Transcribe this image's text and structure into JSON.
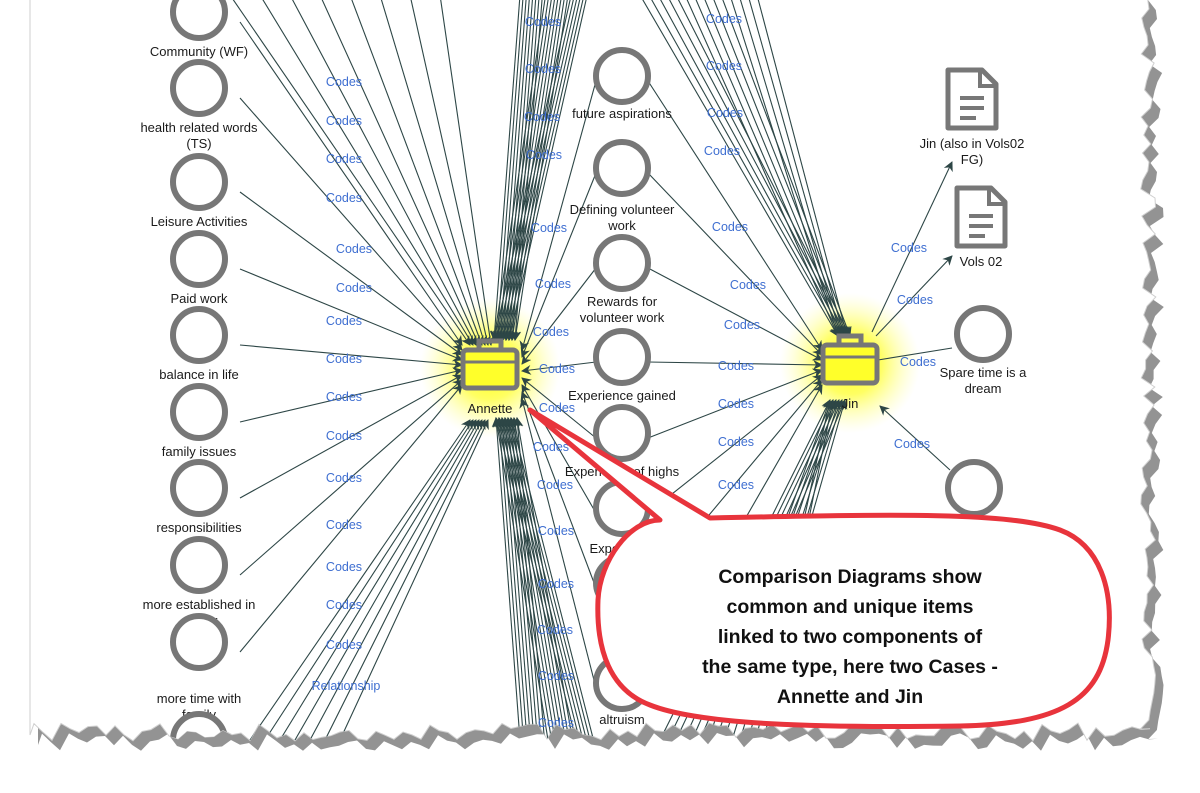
{
  "diagram": {
    "title": "",
    "cases": [
      {
        "id": "annette",
        "label": "Annette",
        "icon": "briefcase-icon"
      },
      {
        "id": "jin",
        "label": "Jin",
        "icon": "briefcase-icon"
      }
    ],
    "left_nodes": [
      {
        "label": "Community (WF)"
      },
      {
        "label": "health related words\n(TS)"
      },
      {
        "label": "Leisure Activities"
      },
      {
        "label": "Paid work"
      },
      {
        "label": "balance in life"
      },
      {
        "label": "family issues"
      },
      {
        "label": "responsibilities"
      },
      {
        "label": "more established in\ncareer"
      },
      {
        "label": "more time with\nfamily"
      },
      {
        "label": ""
      }
    ],
    "common_nodes": [
      {
        "label": "future aspirations"
      },
      {
        "label": "Defining volunteer\nwork"
      },
      {
        "label": "Rewards for\nvolunteer work"
      },
      {
        "label": "Experience gained"
      },
      {
        "label": "Experience of highs"
      },
      {
        "label": "Experience"
      },
      {
        "label": ""
      },
      {
        "label": "altruism"
      }
    ],
    "right_nodes": [
      {
        "label": "Jin (also in Vols02\nFG)",
        "icon": "document-icon"
      },
      {
        "label": "Vols 02",
        "icon": "document-icon"
      },
      {
        "label": "Spare time is a\ndream",
        "icon": "circle-node"
      },
      {
        "label": "",
        "icon": "circle-node"
      }
    ],
    "edge_label_codes": "Codes",
    "edge_label_relationship": "Relationship",
    "callout": {
      "lines": [
        "Comparison Diagrams show",
        "common and unique items",
        "linked to two components of",
        "the same type, here two Cases -",
        "Annette and Jin"
      ]
    },
    "colors": {
      "node_stroke": "#777777",
      "edge": "#2d4646",
      "edge_label": "#3f6fd1",
      "highlight": "#ffff3a",
      "callout_border": "#e8343c"
    }
  }
}
